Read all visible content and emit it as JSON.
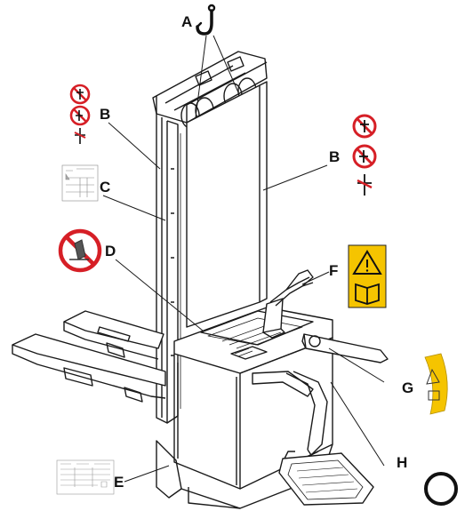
{
  "labels": {
    "A": "A",
    "B_left": "B",
    "B_right": "B",
    "C": "C",
    "D": "D",
    "E": "E",
    "F": "F",
    "G": "G",
    "H": "H"
  },
  "icons": {
    "crane_hook": "hook-icon",
    "no_person_under_load": "no-standing-under-load-icon",
    "no_riding_on_forks": "no-riding-icon",
    "pinch_hazard": "pinch-hazard-icon",
    "no_passengers": "no-passenger-icon",
    "warning": "warning-triangle-icon",
    "read_manual": "read-manual-icon",
    "lift_point_ring": "ring-icon"
  },
  "colors": {
    "prohibition_red": "#d61f26",
    "warning_yellow": "#f5c400",
    "line": "#1a1a1a"
  }
}
